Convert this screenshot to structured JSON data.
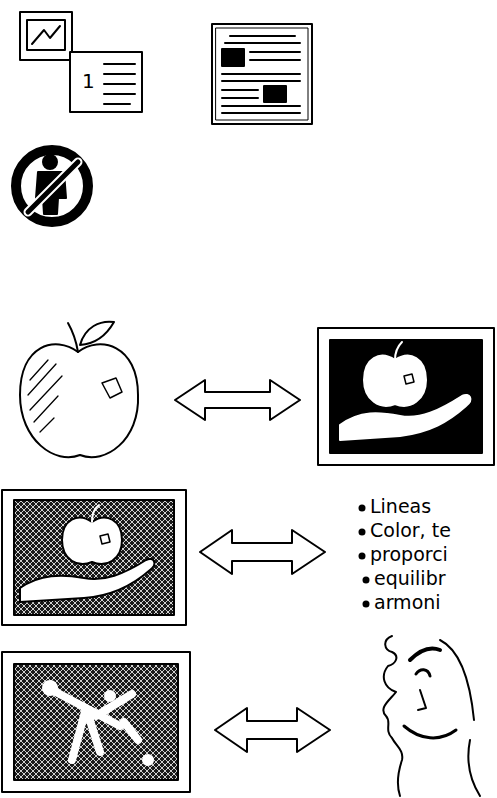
{
  "diagram": {
    "labels": [
      "1",
      "Lineas",
      "Color, te",
      "proporci",
      "equilibr",
      "armoni"
    ]
  }
}
